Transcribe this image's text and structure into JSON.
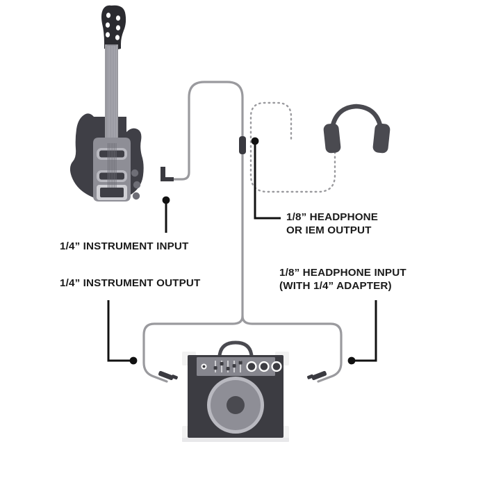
{
  "page": {
    "title": "Guitar Amplifier Connection Diagram",
    "background_color": "#ffffff"
  },
  "palette": {
    "text": "#1a1a1a",
    "leader_line": "#111111",
    "cable": "#9a9a9e",
    "cable_dashed": "#9a9a9e",
    "guitar_body": "#3f3f46",
    "guitar_neck": "#9a9aa0",
    "guitar_headstock": "#2b2b30",
    "guitar_pickguard": "#8e8e96",
    "amp_cabinet": "#3c3c42",
    "amp_panel": "#86868e",
    "amp_corner": "#f2f2f2",
    "speaker_cone": "#8e8e96",
    "speaker_rim": "#b9b9c0",
    "headphones": "#4a4a50",
    "plug": "#3a3a40"
  },
  "labels": {
    "instrument_input": "1/4” INSTRUMENT INPUT",
    "instrument_output": "1/4” INSTRUMENT OUTPUT",
    "headphone_output": "1/8” HEADPHONE\nOR IEM OUTPUT",
    "headphone_input": "1/8” HEADPHONE INPUT\n(WITH 1/4” ADAPTER)"
  },
  "components": {
    "guitar": {
      "name": "electric-guitar",
      "strings": 6
    },
    "headphones": {
      "name": "over-ear-headphones",
      "earcups": 2
    },
    "amplifier": {
      "name": "combo-amplifier",
      "knobs": 3,
      "faders": 5,
      "led": 1,
      "corner_protectors": 4,
      "speakers": 1
    }
  },
  "cables": [
    {
      "name": "instrument-cable",
      "style": "solid",
      "connects": "guitar-to-amp-input"
    },
    {
      "name": "headphone-cable",
      "style": "dashed",
      "connects": "headphones-to-output-plug"
    },
    {
      "name": "amp-output-cable-left",
      "style": "solid",
      "connects": "amp-instrument-output"
    },
    {
      "name": "amp-input-cable-right",
      "style": "solid",
      "connects": "amp-headphone-input"
    }
  ]
}
